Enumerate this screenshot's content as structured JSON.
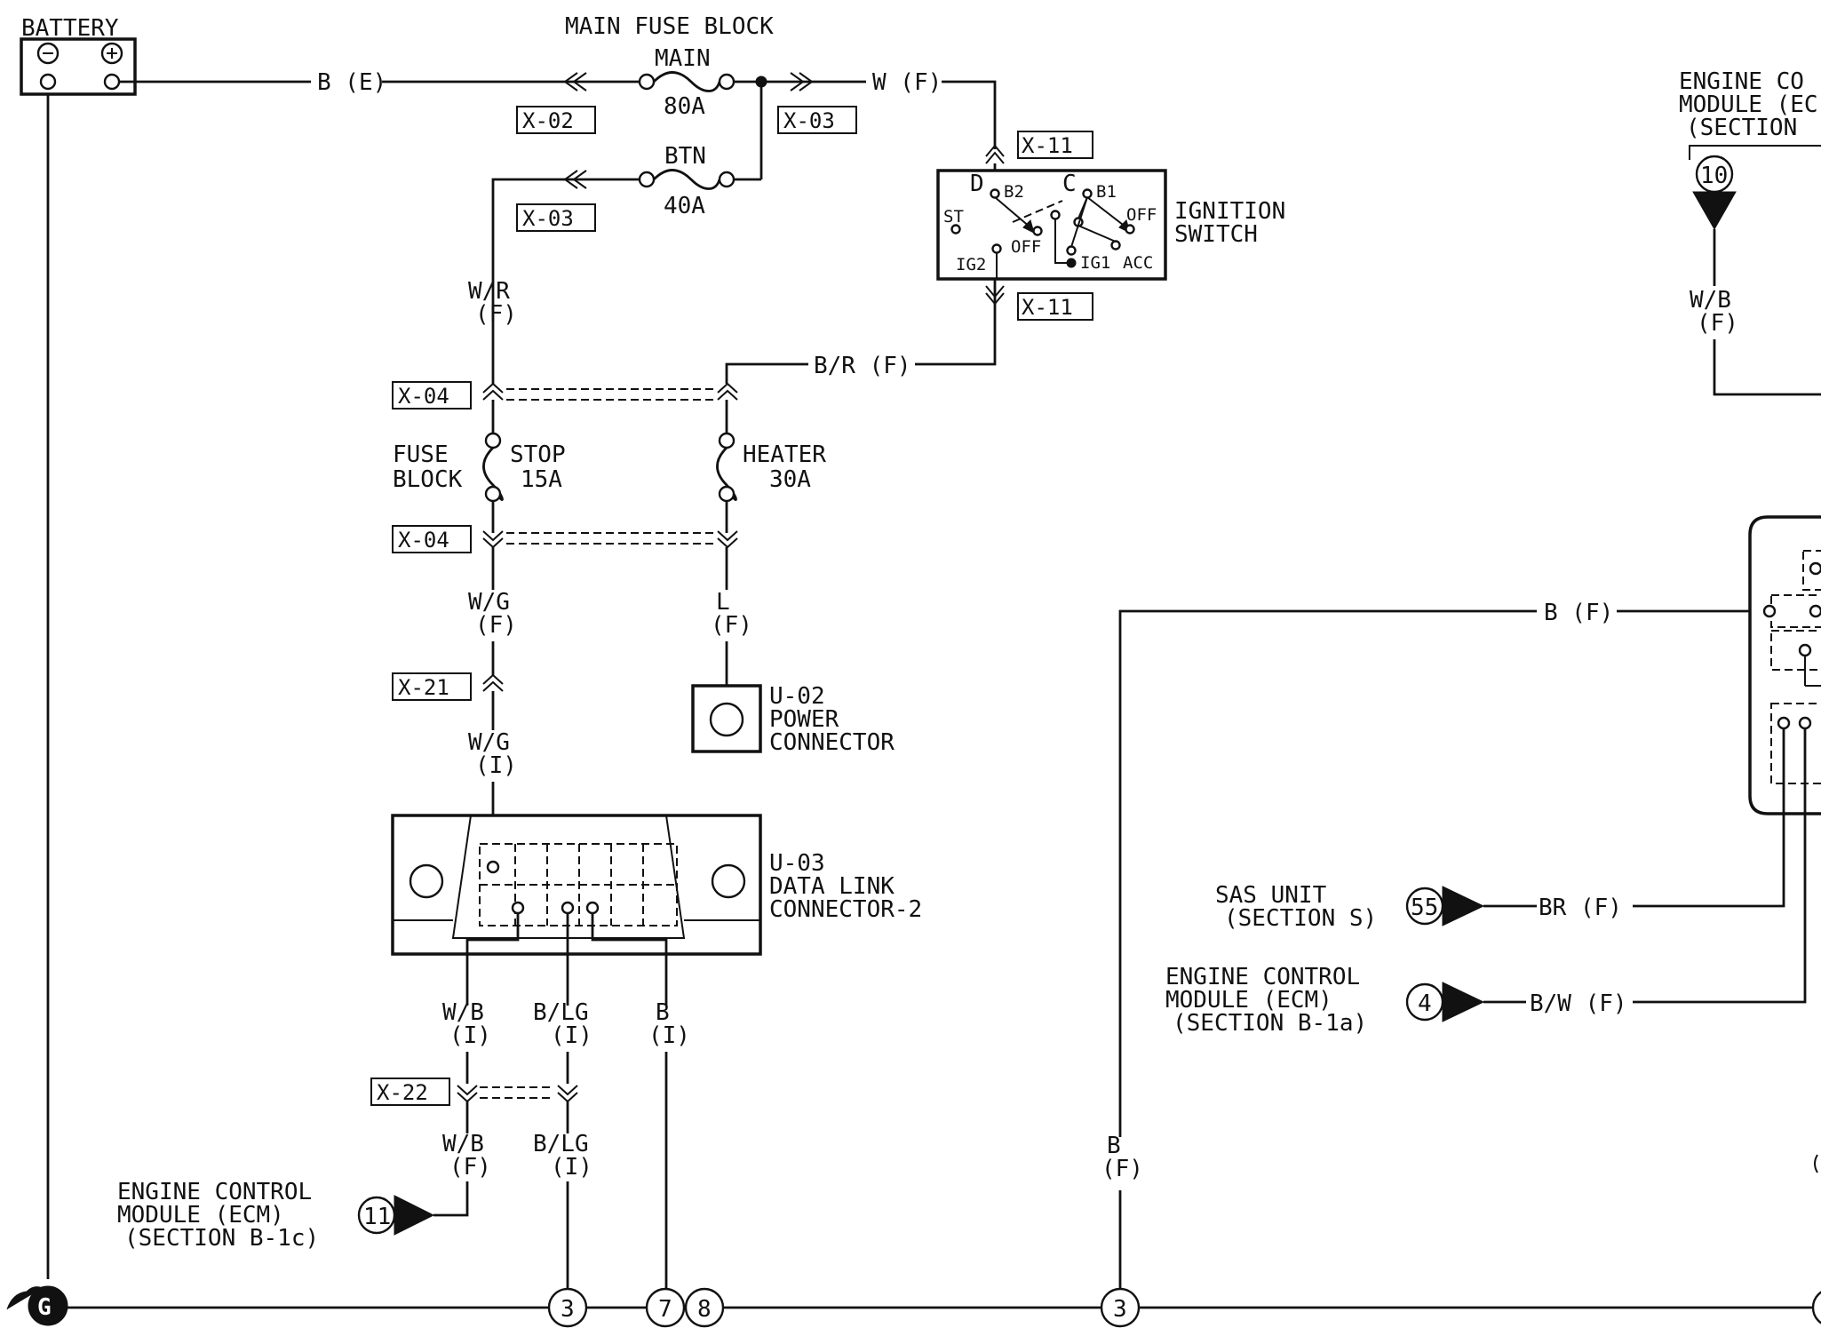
{
  "components": {
    "battery": "BATTERY",
    "main_fuse_block": "MAIN FUSE BLOCK",
    "fuse_main": {
      "name": "MAIN",
      "rating": "80A"
    },
    "fuse_btn": {
      "name": "BTN",
      "rating": "40A"
    },
    "ignition_switch": [
      "IGNITION",
      "SWITCH"
    ],
    "ignition_terminals": {
      "d": "D",
      "b2": "B2",
      "c": "C",
      "b1": "B1",
      "st": "ST",
      "off_left": "OFF",
      "off_right": "OFF",
      "ig2": "IG2",
      "ig1": "IG1",
      "acc": "ACC"
    },
    "fuse_block": [
      "FUSE",
      "BLOCK"
    ],
    "fuse_stop": {
      "name": "STOP",
      "rating": "15A"
    },
    "fuse_heater": {
      "name": "HEATER",
      "rating": "30A"
    },
    "power_connector": [
      "U-02",
      "POWER",
      "CONNECTOR"
    ],
    "data_link_connector": [
      "U-03",
      "DATA LINK",
      "CONNECTOR-2"
    ],
    "ecm_top": [
      "ENGINE CO",
      "MODULE (EC",
      "(SECTION"
    ],
    "ecm_left": [
      "ENGINE CONTROL",
      "MODULE (ECM)",
      "(SECTION B-1c)"
    ],
    "sas_unit": [
      "SAS UNIT",
      "(SECTION S)"
    ],
    "ecm_mid": [
      "ENGINE CONTROL",
      "MODULE (ECM)",
      "(SECTION B-1a)"
    ],
    "ground_symbol": "G"
  },
  "connectors": {
    "x02": "X-02",
    "x03a": "X-03",
    "x03b": "X-03",
    "x11a": "X-11",
    "x11b": "X-11",
    "x04a": "X-04",
    "x04b": "X-04",
    "x21": "X-21",
    "x22": "X-22"
  },
  "wires": {
    "b_e": "B (E)",
    "w_f": "W (F)",
    "br_f": "B/R (F)",
    "wr": [
      "W/R",
      "(F)"
    ],
    "wg_f": [
      "W/G",
      "(F)"
    ],
    "l_f": [
      "L",
      "(F)"
    ],
    "wg_i": [
      "W/G",
      "(I)"
    ],
    "wb_i": [
      "W/B",
      "(I)"
    ],
    "blg_i_a": [
      "B/LG",
      "(I)"
    ],
    "b_i": [
      "B",
      "(I)"
    ],
    "wb_f": [
      "W/B",
      "(F)"
    ],
    "blg_i_b": [
      "B/LG",
      "(I)"
    ],
    "b_f_vert": [
      "B",
      "(F)"
    ],
    "b_f_h": "B (F)",
    "br_sas": "BR (F)",
    "bw_ecm": "B/W (F)",
    "wb_top": [
      "W/B",
      "(F)"
    ]
  },
  "refs": {
    "ref_10": "10",
    "ref_11": "11",
    "ref_55": "55",
    "ref_4": "4",
    "ground_3a": "3",
    "ground_7": "7",
    "ground_8": "8",
    "ground_3b": "3"
  }
}
